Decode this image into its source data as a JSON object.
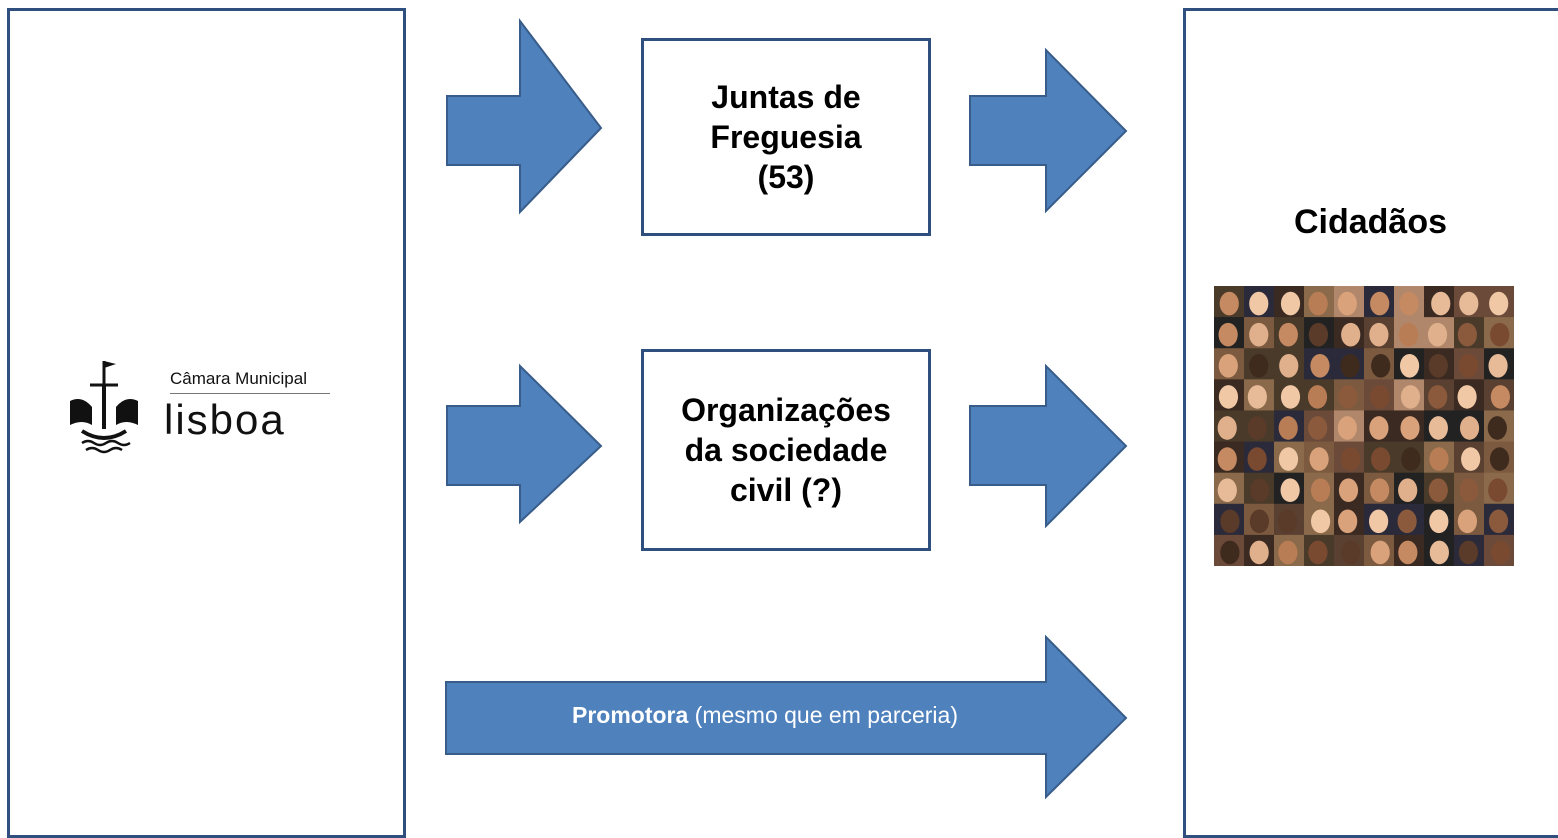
{
  "logo": {
    "small_text": "Câmara Municipal",
    "big_text": "lisboa"
  },
  "boxes": {
    "juntas": "Juntas de\nFreguesia\n(53)",
    "orgs": "Organizações\nda sociedade\ncivil (?)"
  },
  "promotora": {
    "bold": "Promotora",
    "rest": " (mesmo que em parceria)"
  },
  "right_panel": {
    "title": "Cidadãos"
  },
  "colors": {
    "arrow_fill": "#4f81bd",
    "arrow_stroke": "#385d8a",
    "border": "#2f4f7f"
  }
}
